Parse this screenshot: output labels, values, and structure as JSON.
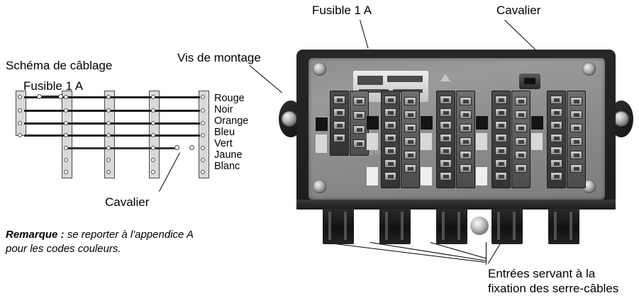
{
  "figure": {
    "schematic_title": "Schéma de câblage",
    "schematic_fuse_label": "Fusible 1 A",
    "schematic_jumper_label": "Cavalier",
    "wire_colors": [
      "Rouge",
      "Noir",
      "Orange",
      "Bleu",
      "Vert",
      "Jaune",
      "Blanc"
    ],
    "note_prefix": "Remarque :",
    "note_line1": " se reporter à l'appendice A",
    "note_line2": "pour les codes couleurs."
  },
  "photo": {
    "callouts": {
      "fuse": "Fusible 1 A",
      "jumper": "Cavalier",
      "mounting_screw": "Vis de montage",
      "cable_entries_line1": "Entrées servant à la",
      "cable_entries_line2": "fixation des serre-câbles"
    },
    "board_part_number": "620428"
  },
  "colors": {
    "ink": "#000000",
    "wire": "#1b1b1b",
    "strip_fill": "#d9d9d9",
    "strip_edge": "#4a4a4a",
    "faceplate": "#8e8e8e",
    "shell": "#1d1d1d",
    "background": "#ffffff"
  }
}
